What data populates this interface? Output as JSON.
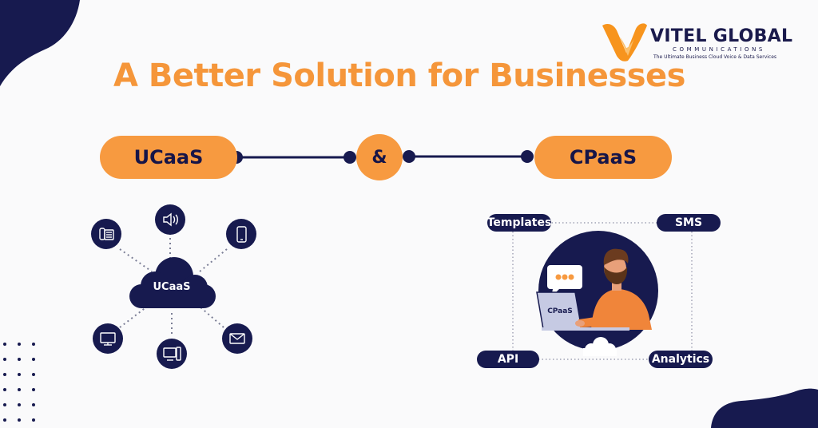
{
  "brand": {
    "name": "VITEL GLOBAL",
    "subtitle": "COMMUNICATIONS",
    "tagline": "The Ultimate Business Cloud Voice & Data Services",
    "colors": {
      "orange": "#f79a40",
      "navy": "#171a4f"
    }
  },
  "title": "A Better Solution for Businesses",
  "connector": {
    "left_label": "UCaaS",
    "middle_label": "&",
    "right_label": "CPaaS"
  },
  "ucaas_diagram": {
    "center_label": "UCaaS",
    "icons": [
      "desk-phone-icon",
      "speaker-icon",
      "mobile-phone-icon",
      "monitor-icon",
      "desktop-computer-icon",
      "envelope-icon"
    ]
  },
  "cpaas_diagram": {
    "screen_label": "CPaaS",
    "tags": {
      "top_left": "Templates",
      "top_right": "SMS",
      "bottom_left": "API",
      "bottom_right": "Analytics"
    }
  }
}
